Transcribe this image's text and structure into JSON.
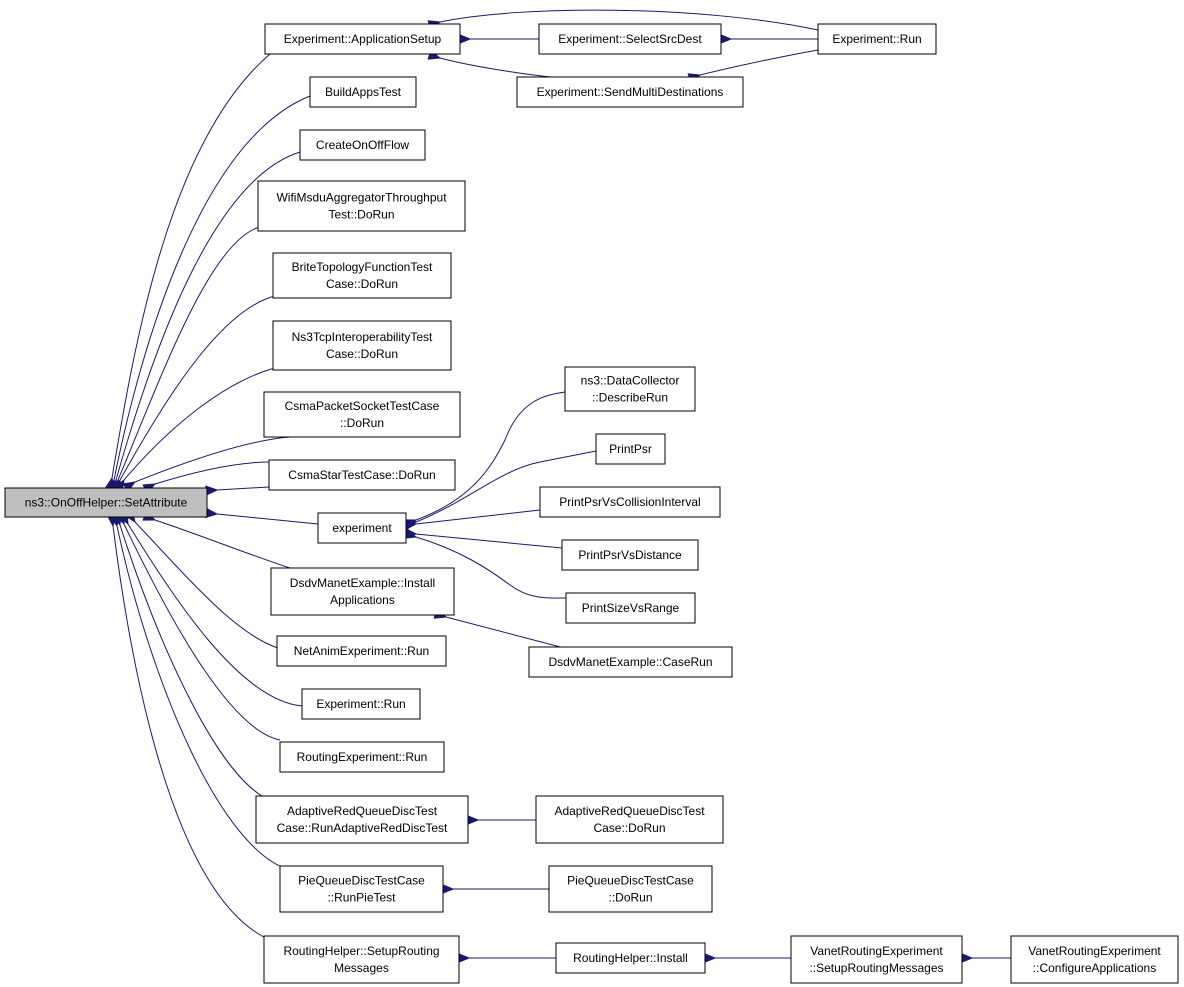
{
  "root": {
    "line1": "ns3::OnOffHelper::SetAttribute"
  },
  "nodes": {
    "app_setup": [
      "Experiment::ApplicationSetup"
    ],
    "select_src": [
      "Experiment::SelectSrcDest"
    ],
    "exp_run_top": [
      "Experiment::Run"
    ],
    "send_multi": [
      "Experiment::SendMultiDestinations"
    ],
    "build_apps": [
      "BuildAppsTest"
    ],
    "create_onoff": [
      "CreateOnOffFlow"
    ],
    "wifi_msdu": [
      "WifiMsduAggregatorThroughput",
      "Test::DoRun"
    ],
    "brite": [
      "BriteTopologyFunctionTest",
      "Case::DoRun"
    ],
    "ns3tcp": [
      "Ns3TcpInteroperabilityTest",
      "Case::DoRun"
    ],
    "csma_packet": [
      "CsmaPacketSocketTestCase",
      "::DoRun"
    ],
    "csma_star": [
      "CsmaStarTestCase::DoRun"
    ],
    "experiment": [
      "experiment"
    ],
    "data_collector": [
      "ns3::DataCollector",
      "::DescribeRun"
    ],
    "print_psr": [
      "PrintPsr"
    ],
    "print_psr_coll": [
      "PrintPsrVsCollisionInterval"
    ],
    "print_psr_dist": [
      "PrintPsrVsDistance"
    ],
    "print_size": [
      "PrintSizeVsRange"
    ],
    "dsdv_install": [
      "DsdvManetExample::Install",
      "Applications"
    ],
    "dsdv_caserun": [
      "DsdvManetExample::CaseRun"
    ],
    "netanim": [
      "NetAnimExperiment::Run"
    ],
    "exp_run_mid": [
      "Experiment::Run"
    ],
    "routing_exp": [
      "RoutingExperiment::Run"
    ],
    "ared_run": [
      "AdaptiveRedQueueDiscTest",
      "Case::RunAdaptiveRedDiscTest"
    ],
    "ared_dorun": [
      "AdaptiveRedQueueDiscTest",
      "Case::DoRun"
    ],
    "pie_run": [
      "PieQueueDiscTestCase",
      "::RunPieTest"
    ],
    "pie_dorun": [
      "PieQueueDiscTestCase",
      "::DoRun"
    ],
    "routing_setup": [
      "RoutingHelper::SetupRouting",
      "Messages"
    ],
    "routing_install": [
      "RoutingHelper::Install"
    ],
    "vanet_setup": [
      "VanetRoutingExperiment",
      "::SetupRoutingMessages"
    ],
    "vanet_config": [
      "VanetRoutingExperiment",
      "::ConfigureApplications"
    ]
  },
  "colors": {
    "edge": "#191970",
    "root_fill": "#bfbfbf",
    "node_fill": "#ffffff",
    "border": "#000000"
  }
}
